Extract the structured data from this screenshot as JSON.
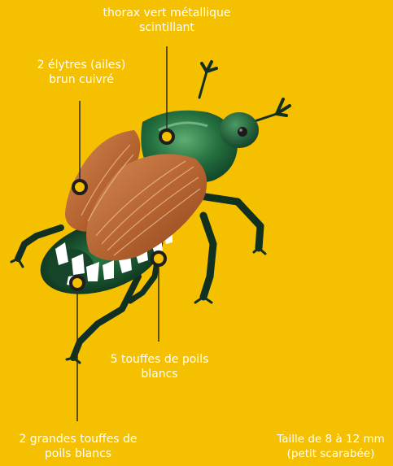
{
  "colors": {
    "background": "#f5c000",
    "label_text": "#ffffff",
    "leader_line": "#2a2a2a",
    "marker_ring": "#1e1e1e",
    "marker_fill": "#f5c000",
    "thorax_green": "#1f6b3a",
    "elytra_brown": "#b9683c",
    "tuft_white": "#ffffff"
  },
  "labels": {
    "thorax": [
      "thorax vert métallique",
      "scintillant"
    ],
    "elytra": [
      "2 élytres (ailes)",
      "brun cuivré"
    ],
    "tufts_five": [
      "5 touffes de poils",
      "blancs"
    ],
    "tufts_two": [
      "2 grandes touffes de",
      "poils blancs"
    ],
    "size": [
      "Taille de 8 à 12 mm",
      "(petit scarabée)"
    ]
  }
}
